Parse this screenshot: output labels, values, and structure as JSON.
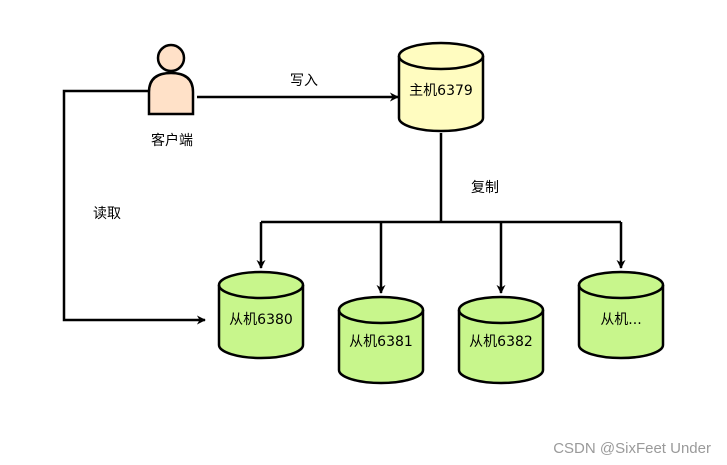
{
  "client": {
    "label": "客户端"
  },
  "edges": {
    "write": "写入",
    "read": "读取",
    "replicate": "复制"
  },
  "master": {
    "label": "主机6379",
    "color": "#fffcc0"
  },
  "slaves": [
    {
      "label": "从机6380"
    },
    {
      "label": "从机6381"
    },
    {
      "label": "从机6382"
    },
    {
      "label": "从机..."
    }
  ],
  "colors": {
    "slave": "#c8f68c",
    "person_fill": "#ffe1c8",
    "watermark": "#9a9a9a"
  },
  "watermark": "CSDN @SixFeet Under"
}
